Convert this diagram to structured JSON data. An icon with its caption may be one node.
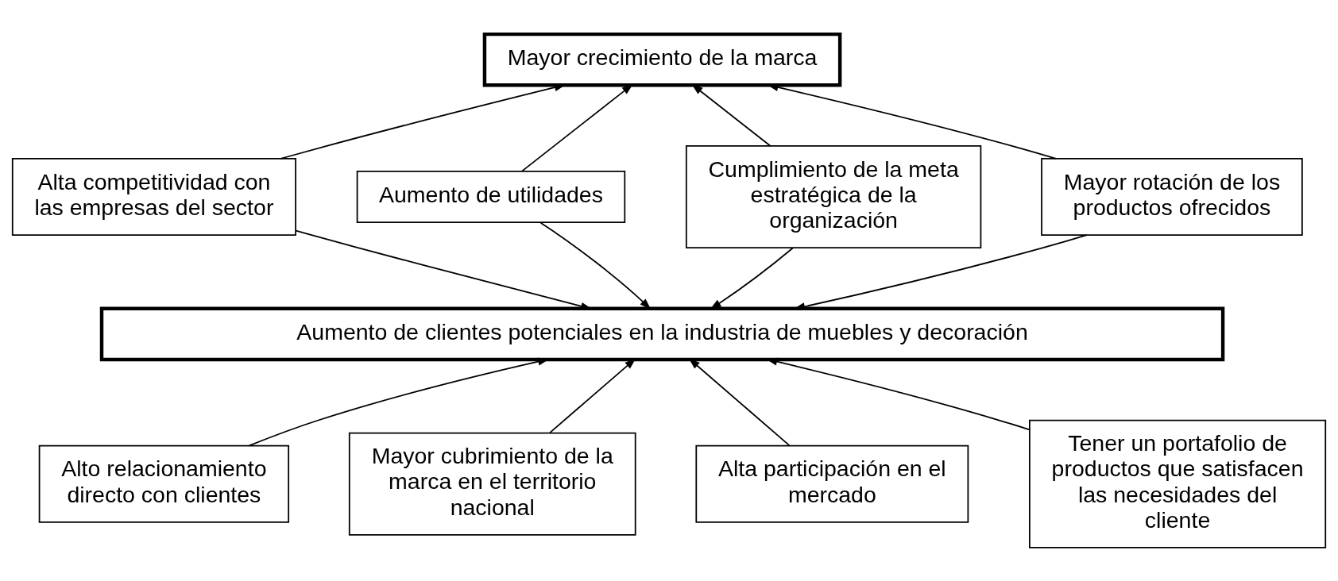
{
  "diagram": {
    "nodes": [
      {
        "text": [
          "Mayor crecimiento de la marca"
        ]
      },
      {
        "text": [
          "Alta competitividad con las empresas del sector"
        ]
      },
      {
        "text": [
          "Aumento de utilidades"
        ]
      },
      {
        "text": [
          "Cumplimiento de la meta estratégica de la organización"
        ]
      },
      {
        "text": [
          "Mayor rotación de los productos ofrecidos"
        ]
      },
      {
        "text": [
          "Aumento de clientes potenciales en la industria de muebles y decoración"
        ]
      },
      {
        "text": [
          "Alto relacionamiento directo con clientes"
        ]
      },
      {
        "text": [
          "Mayor cubrimiento de la marca en el territorio nacional"
        ]
      },
      {
        "text": [
          "Alta participación en el mercado"
        ]
      },
      {
        "text": [
          "Tener un portafolio de productos que satisfacen las necesidades del cliente"
        ]
      }
    ],
    "edges": [
      {
        "from": 1,
        "to": 0,
        "arrow": "to"
      },
      {
        "from": 2,
        "to": 0,
        "arrow": "to"
      },
      {
        "from": 3,
        "to": 0,
        "arrow": "to"
      },
      {
        "from": 4,
        "to": 0,
        "arrow": "to"
      },
      {
        "from": 1,
        "to": 5,
        "arrow": "to"
      },
      {
        "from": 2,
        "to": 5,
        "arrow": "to"
      },
      {
        "from": 3,
        "to": 5,
        "arrow": "to"
      },
      {
        "from": 4,
        "to": 5,
        "arrow": "to"
      },
      {
        "from": 6,
        "to": 5,
        "arrow": "to"
      },
      {
        "from": 7,
        "to": 5,
        "arrow": "to"
      },
      {
        "from": 8,
        "to": 5,
        "arrow": "to"
      },
      {
        "from": 9,
        "to": 5,
        "arrow": "to"
      }
    ]
  }
}
